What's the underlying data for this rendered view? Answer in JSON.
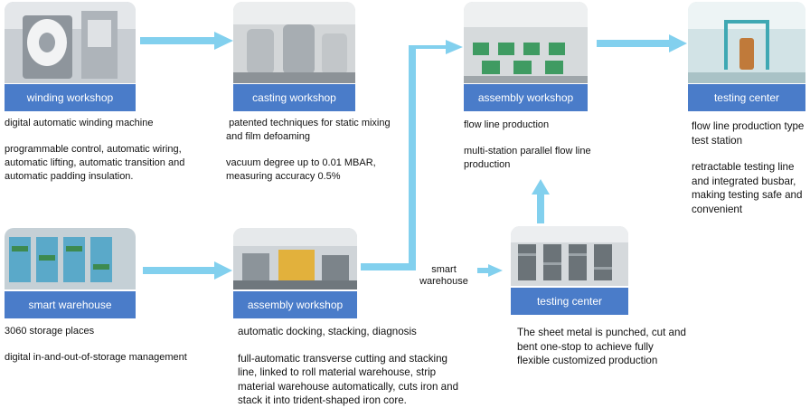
{
  "colors": {
    "banner": "#4a7cc9",
    "arrow": "#82d0ee",
    "text": "#1a1a1a"
  },
  "stations": {
    "winding": {
      "title": "winding workshop",
      "lines": [
        "digital automatic winding machine",
        "programmable control, automatic wiring, automatic lifting, automatic transition and automatic padding insulation."
      ]
    },
    "casting": {
      "title": "casting workshop",
      "lines": [
        " patented techniques for static mixing and film defoaming",
        "vacuum degree up to 0.01 MBAR, measuring accuracy 0.5%"
      ]
    },
    "assembly_top": {
      "title": "assembly workshop",
      "lines": [
        "flow line production",
        "multi-station parallel flow line production"
      ]
    },
    "testing_top": {
      "title": "testing center",
      "lines": [
        "flow line production type test station",
        "retractable testing line and integrated busbar, making testing safe and convenient"
      ]
    },
    "smart_warehouse": {
      "title": "smart warehouse",
      "lines": [
        "3060 storage places",
        "digital in-and-out-of-storage management"
      ]
    },
    "assembly_bottom": {
      "title": "assembly workshop",
      "lines": [
        "automatic docking, stacking, diagnosis",
        "full-automatic transverse cutting and stacking line, linked to roll material warehouse, strip material warehouse automatically, cuts iron and stack it into trident-shaped iron core."
      ]
    },
    "testing_bottom": {
      "title": "testing center",
      "lines": [
        "The sheet metal is punched, cut and bent one-stop to achieve fully flexible customized production"
      ]
    }
  },
  "flow_label": "smart warehouse"
}
